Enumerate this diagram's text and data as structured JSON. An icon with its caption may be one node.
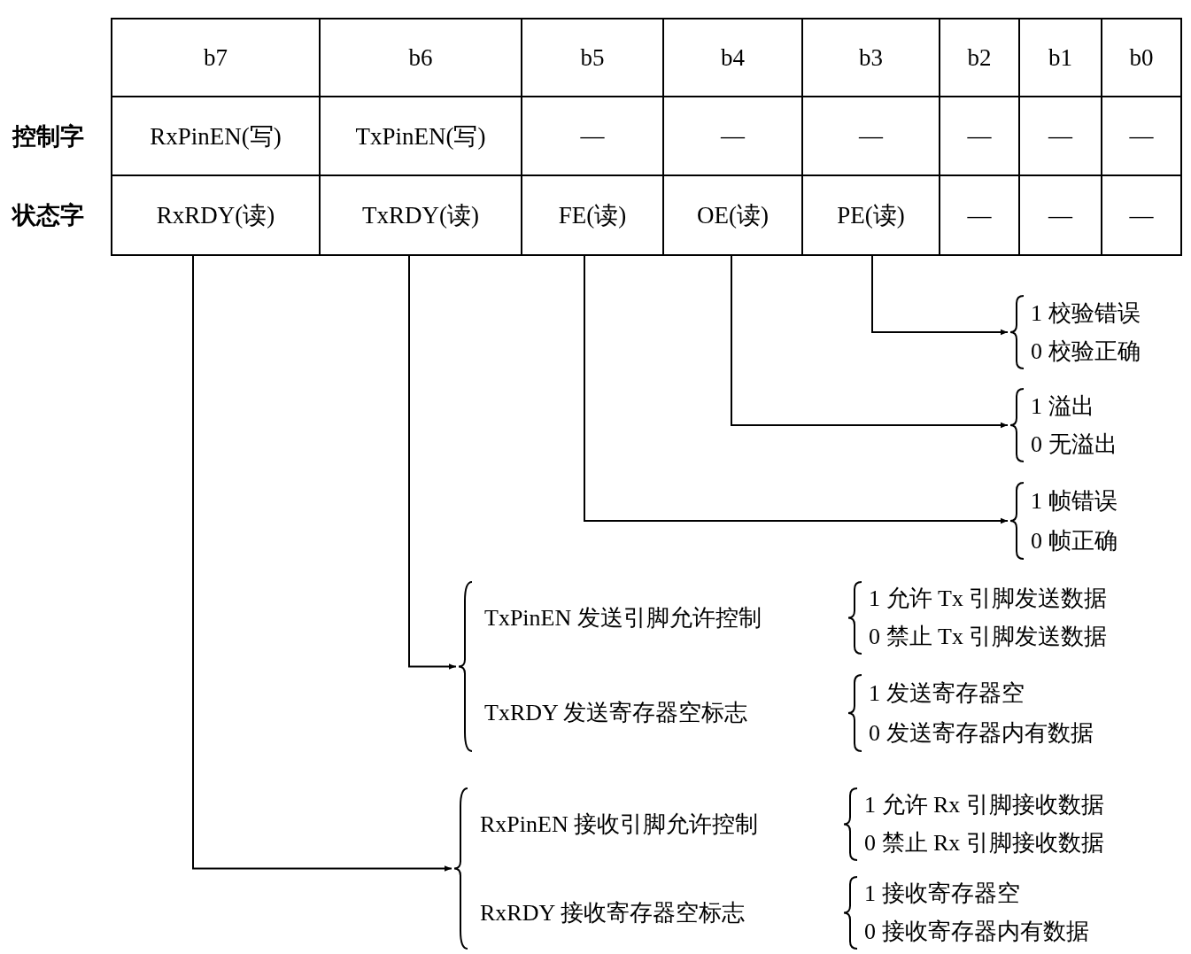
{
  "diagram": {
    "nodes": [
      {
        "text": [
          "RxRDY(读)"
        ]
      },
      {
        "text": [
          "TxRDY(读)"
        ]
      },
      {
        "text": [
          "FE(读)"
        ]
      },
      {
        "text": [
          "OE(读)"
        ]
      },
      {
        "text": [
          "PE(读)"
        ]
      },
      {
        "text": [
          "1 校验错误",
          "0 校验正确"
        ]
      },
      {
        "text": [
          "1 溢出",
          "0 无溢出"
        ]
      },
      {
        "text": [
          "1 帧错误",
          "0 帧正确"
        ]
      },
      {
        "text": [],
        "shape": "brace"
      },
      {
        "text": [
          "TxPinEN 发送引脚允许控制",
          "1 允许 Tx 引脚发送数据",
          "0 禁止 Tx 引脚发送数据"
        ],
        "in": 8
      },
      {
        "text": [
          "TxRDY 发送寄存器空标志",
          "1 发送寄存器空",
          "0 发送寄存器内有数据"
        ],
        "in": 8
      },
      {
        "text": [],
        "shape": "brace"
      },
      {
        "text": [
          "RxPinEN 接收引脚允许控制",
          "1 允许 Rx 引脚接收数据",
          "0 禁止 Rx 引脚接收数据"
        ],
        "in": 11
      },
      {
        "text": [
          "RxRDY 接收寄存器空标志",
          "1 接收寄存器空",
          "0 接收寄存器内有数据"
        ],
        "in": 11
      }
    ],
    "edges": [
      {
        "from": 0,
        "to": 11,
        "arrow": "to"
      },
      {
        "from": 1,
        "to": 8,
        "arrow": "to"
      },
      {
        "from": 2,
        "to": 7,
        "arrow": "to"
      },
      {
        "from": 3,
        "to": 6,
        "arrow": "to"
      },
      {
        "from": 4,
        "to": 5,
        "arrow": "to"
      }
    ],
    "labels": [
      "b7",
      "b6",
      "b5",
      "b4",
      "b3",
      "b2",
      "b1",
      "b0",
      "控制字",
      "RxPinEN(写)",
      "TxPinEN(写)",
      "—",
      "—",
      "—",
      "—",
      "—",
      "—",
      "状态字",
      "—",
      "—",
      "—"
    ]
  }
}
